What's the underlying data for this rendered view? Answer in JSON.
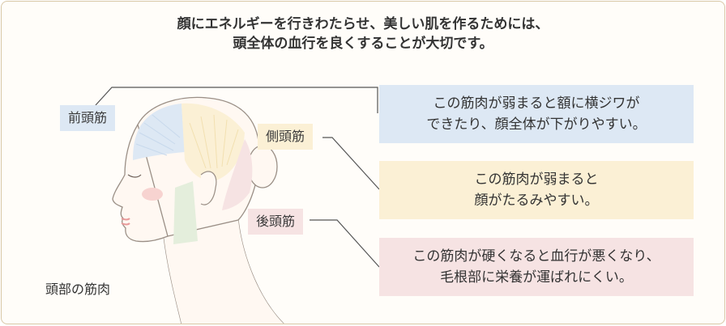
{
  "title": {
    "line1": "顔にエネルギーを行きわたらせ、美しい肌を作るためには、",
    "line2": "頭全体の血行を良くすることが大切です。"
  },
  "labels": {
    "front": "前頭筋",
    "side": "側頭筋",
    "back": "後頭筋"
  },
  "caption": "頭部の筋肉",
  "boxes": [
    {
      "line1": "この筋肉が弱まると額に横ジワが",
      "line2": "できたり、顔全体が下がりやすい。"
    },
    {
      "line1": "この筋肉が弱まると",
      "line2": "顔がたるみやすい。"
    },
    {
      "line1": "この筋肉が硬くなると血行が悪くなり、",
      "line2": "毛根部に栄養が運ばれにくい。"
    }
  ],
  "colors": {
    "frontal": "#dde8f4",
    "temporal": "#fbf0d5",
    "occipital": "#f6e3e3",
    "border": "#d8c7a6"
  }
}
